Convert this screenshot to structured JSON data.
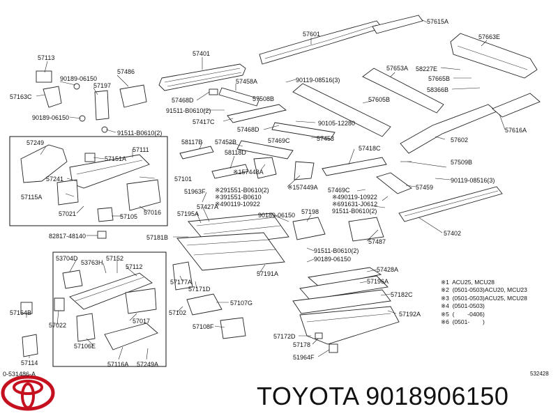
{
  "diagram": {
    "labels": [
      {
        "id": "l57113",
        "text": "57113"
      },
      {
        "id": "l90189a",
        "text": "90189-06150"
      },
      {
        "id": "l57486",
        "text": "57486"
      },
      {
        "id": "l57401",
        "text": "57401"
      },
      {
        "id": "l57601",
        "text": "57601"
      },
      {
        "id": "l57615A",
        "text": "57615A"
      },
      {
        "id": "l57663E",
        "text": "57663E"
      },
      {
        "id": "l57163C",
        "text": "57163C"
      },
      {
        "id": "l57197",
        "text": "57197"
      },
      {
        "id": "l57458A",
        "text": "57458A"
      },
      {
        "id": "l90119a",
        "text": "90119-08516(3)"
      },
      {
        "id": "l57653A",
        "text": "57653A"
      },
      {
        "id": "l58227E",
        "text": "58227E"
      },
      {
        "id": "l57665B",
        "text": "57665B"
      },
      {
        "id": "l58366B",
        "text": "58366B"
      },
      {
        "id": "l57468D",
        "text": "57468D"
      },
      {
        "id": "l57508B",
        "text": "57508B"
      },
      {
        "id": "l91511a",
        "text": "91511-B0610(2)"
      },
      {
        "id": "l57605B",
        "text": "57605B"
      },
      {
        "id": "l90189b",
        "text": "90189-06150"
      },
      {
        "id": "l57417C",
        "text": "57417C"
      },
      {
        "id": "l57468D2",
        "text": "57468D"
      },
      {
        "id": "l90105",
        "text": "90105-12280"
      },
      {
        "id": "l57616A",
        "text": "57616A"
      },
      {
        "id": "l91511b",
        "text": "91511-B0610(2)"
      },
      {
        "id": "l57469C",
        "text": "57469C"
      },
      {
        "id": "l57453",
        "text": "57453"
      },
      {
        "id": "l57602",
        "text": "57602"
      },
      {
        "id": "l57249",
        "text": "57249"
      },
      {
        "id": "l57111",
        "text": "57111"
      },
      {
        "id": "l58117B",
        "text": "58117B"
      },
      {
        "id": "l57452B",
        "text": "57452B"
      },
      {
        "id": "l57418C",
        "text": "57418C"
      },
      {
        "id": "l57509B",
        "text": "57509B"
      },
      {
        "id": "l57151A",
        "text": "57151A"
      },
      {
        "id": "l58118D",
        "text": "58118D"
      },
      {
        "id": "l157448A",
        "text": "※157448A"
      },
      {
        "id": "l157449A",
        "text": "※157449A"
      },
      {
        "id": "l90119b",
        "text": "90119-08516(3)"
      },
      {
        "id": "l57241",
        "text": "57241"
      },
      {
        "id": "l57101",
        "text": "57101"
      },
      {
        "id": "l51963F",
        "text": "51963F"
      },
      {
        "id": "l291551",
        "text": "※291551-B0610(2)"
      },
      {
        "id": "l391551",
        "text": "※391551-B0610"
      },
      {
        "id": "l490119",
        "text": "※490119-10922"
      },
      {
        "id": "l57469C2",
        "text": "57469C"
      },
      {
        "id": "l57459",
        "text": "57459"
      },
      {
        "id": "l57115A",
        "text": "57115A"
      },
      {
        "id": "l490119b",
        "text": "※490119-10922"
      },
      {
        "id": "l691631",
        "text": "※691631-J0612"
      },
      {
        "id": "l91511c",
        "text": "91511-B0610(2)"
      },
      {
        "id": "l57427A",
        "text": "57427A"
      },
      {
        "id": "l57195A",
        "text": "57195A"
      },
      {
        "id": "l90189c",
        "text": "90189-06150"
      },
      {
        "id": "l57198",
        "text": "57198"
      },
      {
        "id": "l57402",
        "text": "57402"
      },
      {
        "id": "l57021",
        "text": "57021"
      },
      {
        "id": "l57016",
        "text": "57016"
      },
      {
        "id": "l57105",
        "text": "57105"
      },
      {
        "id": "l82817",
        "text": "82817-48140"
      },
      {
        "id": "l57181B",
        "text": "57181B"
      },
      {
        "id": "l57487",
        "text": "57487"
      },
      {
        "id": "l53704D",
        "text": "53704D"
      },
      {
        "id": "l53763H",
        "text": "53763H"
      },
      {
        "id": "l57152",
        "text": "57152"
      },
      {
        "id": "l57112",
        "text": "57112"
      },
      {
        "id": "l91511d",
        "text": "91511-B0610(2)"
      },
      {
        "id": "l90189d",
        "text": "90189-06150"
      },
      {
        "id": "l57191A",
        "text": "57191A"
      },
      {
        "id": "l57428A",
        "text": "57428A"
      },
      {
        "id": "l57196A",
        "text": "57196A"
      },
      {
        "id": "l57177A",
        "text": "57177A"
      },
      {
        "id": "l57171D",
        "text": "57171D"
      },
      {
        "id": "l57182C",
        "text": "57182C"
      },
      {
        "id": "l57107G",
        "text": "57107G"
      },
      {
        "id": "l57192A",
        "text": "57192A"
      },
      {
        "id": "l57164B",
        "text": "57164B"
      },
      {
        "id": "l57102",
        "text": "57102"
      },
      {
        "id": "l57017",
        "text": "57017"
      },
      {
        "id": "l57022",
        "text": "57022"
      },
      {
        "id": "l57108F",
        "text": "57108F"
      },
      {
        "id": "l57106E",
        "text": "57106E"
      },
      {
        "id": "l57172D",
        "text": "57172D"
      },
      {
        "id": "l57178",
        "text": "57178"
      },
      {
        "id": "l57114",
        "text": "57114"
      },
      {
        "id": "l57116A",
        "text": "57116A"
      },
      {
        "id": "l57249A",
        "text": "57249A"
      },
      {
        "id": "l51964F",
        "text": "51964F"
      }
    ],
    "notes": [
      "※1  ACU25, MCU28",
      "※2  (0501-0503)ACU20, MCU23",
      "※3  (0501-0503)ACU25, MCU28",
      "※4  (0501-0503)",
      "※5  (        -0406)",
      "※6  (0501-        )"
    ],
    "footer_code": "0-531486-A",
    "diagram_id": "532428"
  },
  "brand": {
    "logo": "toyota-logo",
    "text": "TOYOTA 9018906150",
    "logo_color": "#c4101f"
  }
}
